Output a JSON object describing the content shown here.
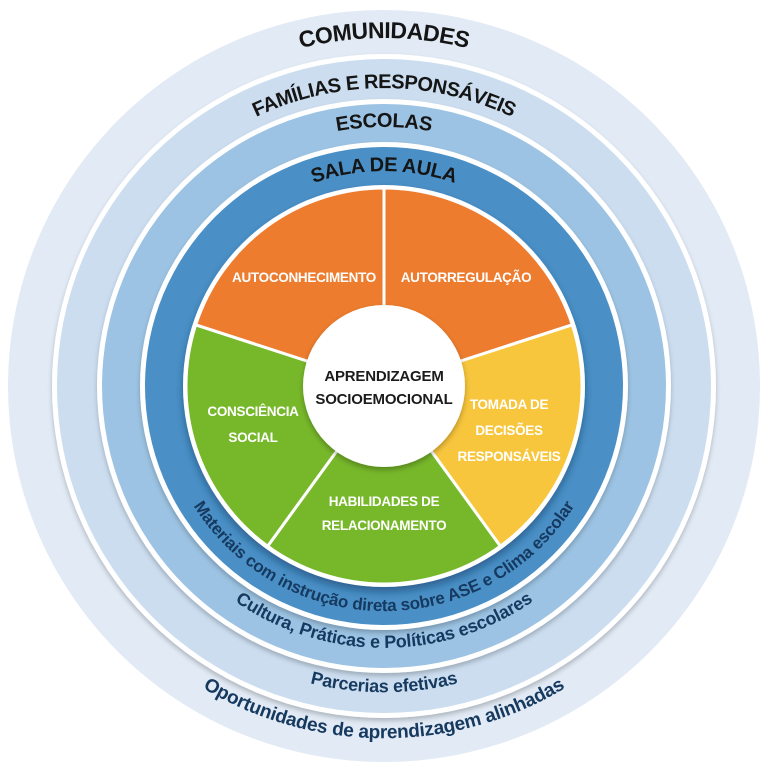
{
  "diagram_name": "Roda da Aprendizagem Socioemocional",
  "colors": {
    "orange": "#ED7B2E",
    "yellow": "#F8C63E",
    "green": "#77B82C",
    "ring_sala": "#4A90C6",
    "ring_escolas": "#9CC3E3",
    "ring_familias": "#CBDDEF",
    "ring_comunidades": "#E1EAF5",
    "separator_white": "#FFFFFF",
    "label_dark": "#151515",
    "label_navy": "#16395F",
    "pie_label_white": "#FFFFFF",
    "center_text": "#1B1B1B",
    "center_fill": "#FFFFFF"
  },
  "center": {
    "line1": "APRENDIZAGEM",
    "line2": "SOCIOEMOCIONAL"
  },
  "pie": {
    "autoconhecimento": "AUTOCONHECIMENTO",
    "autorregulacao": "AUTORREGULAÇÃO",
    "tomada_l1": "TOMADA DE",
    "tomada_l2": "DECISÕES",
    "tomada_l3": "RESPONSÁVEIS",
    "habilidades_l1": "HABILIDADES DE",
    "habilidades_l2": "RELACIONAMENTO",
    "consciencia_l1": "CONSCIÊNCIA",
    "consciencia_l2": "SOCIAL"
  },
  "rings": {
    "sala_de_aula": {
      "top": "SALA DE AULA",
      "bottom": "Materiais com instrução direta sobre ASE e Clima escolar"
    },
    "escolas": {
      "top": "ESCOLAS",
      "bottom": "Cultura, Práticas e Políticas escolares"
    },
    "familias": {
      "top": "FAMÍLIAS E RESPONSÁVEIS",
      "bottom": "Parcerias efetivas"
    },
    "comunidades": {
      "top": "COMUNIDADES",
      "bottom": "Oportunidades de aprendizagem alinhadas"
    }
  }
}
